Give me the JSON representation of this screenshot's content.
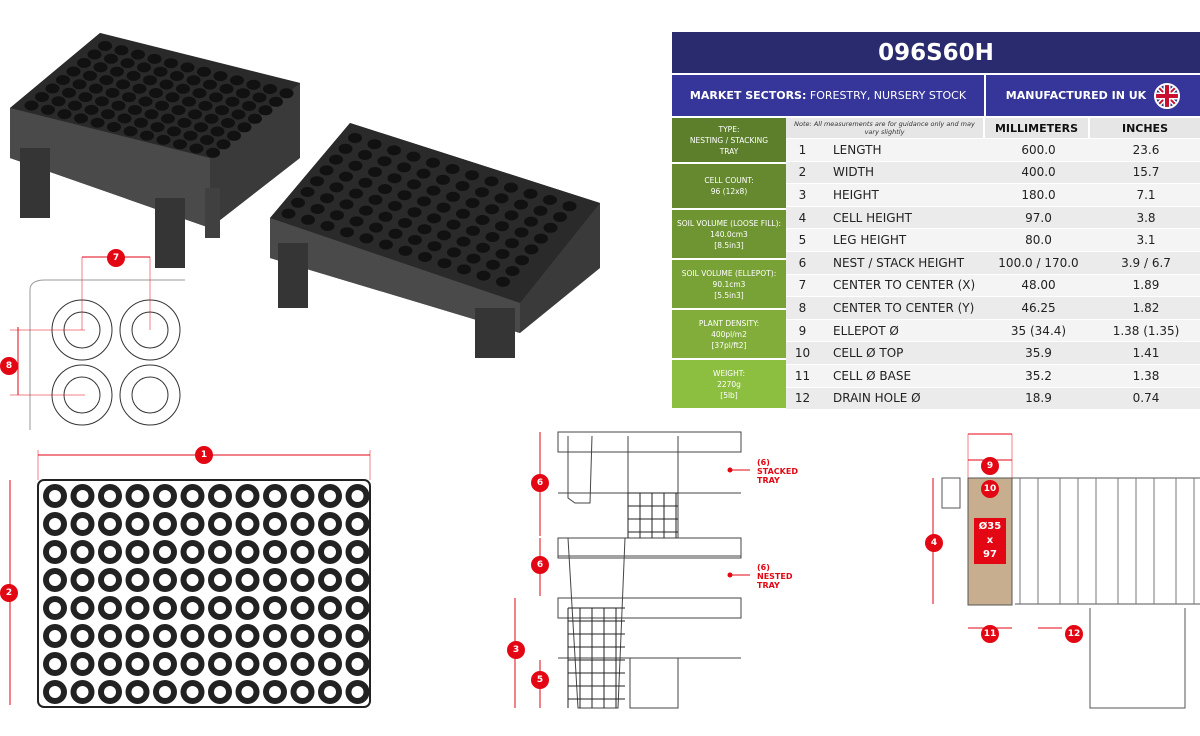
{
  "product_code": "096S60H",
  "market_label": "MARKET SECTORS:",
  "market_value": "FORESTRY, NURSERY STOCK",
  "manufactured": "MANUFACTURED IN UK",
  "note": "Note: All measurements are for guidance only and may vary slightly",
  "col_mm": "MILLIMETERS",
  "col_in": "INCHES",
  "specs": [
    {
      "t": "TYPE:",
      "v": "NESTING / STACKING",
      "v2": "TRAY"
    },
    {
      "t": "CELL COUNT:",
      "v": "96 (12x8)",
      "v2": ""
    },
    {
      "t": "SOIL VOLUME (LOOSE FILL):",
      "v": "140.0cm3",
      "v2": "[8.5in3]"
    },
    {
      "t": "SOIL VOLUME (ELLEPOT):",
      "v": "90.1cm3",
      "v2": "[5.5in3]"
    },
    {
      "t": "PLANT DENSITY:",
      "v": "400pl/m2",
      "v2": "[37pl/ft2]"
    },
    {
      "t": "WEIGHT:",
      "v": "2270g",
      "v2": "[5lb]"
    }
  ],
  "rows": [
    {
      "n": "1",
      "l": "LENGTH",
      "mm": "600.0",
      "in": "23.6"
    },
    {
      "n": "2",
      "l": "WIDTH",
      "mm": "400.0",
      "in": "15.7"
    },
    {
      "n": "3",
      "l": "HEIGHT",
      "mm": "180.0",
      "in": "7.1"
    },
    {
      "n": "4",
      "l": "CELL HEIGHT",
      "mm": "97.0",
      "in": "3.8"
    },
    {
      "n": "5",
      "l": "LEG HEIGHT",
      "mm": "80.0",
      "in": "3.1"
    },
    {
      "n": "6",
      "l": "NEST / STACK HEIGHT",
      "mm": "100.0 / 170.0",
      "in": "3.9 / 6.7"
    },
    {
      "n": "7",
      "l": "CENTER TO CENTER (X)",
      "mm": "48.00",
      "in": "1.89"
    },
    {
      "n": "8",
      "l": "CENTER TO CENTER (Y)",
      "mm": "46.25",
      "in": "1.82"
    },
    {
      "n": "9",
      "l": "ELLEPOT Ø",
      "mm": "35 (34.4)",
      "in": "1.38 (1.35)"
    },
    {
      "n": "10",
      "l": "CELL Ø TOP",
      "mm": "35.9",
      "in": "1.41"
    },
    {
      "n": "11",
      "l": "CELL Ø BASE",
      "mm": "35.2",
      "in": "1.38"
    },
    {
      "n": "12",
      "l": "DRAIN HOLE Ø",
      "mm": "18.9",
      "in": "0.74"
    }
  ],
  "diagram": {
    "stacked": [
      "(6)",
      "STACKED",
      "TRAY"
    ],
    "nested": [
      "(6)",
      "NESTED",
      "TRAY"
    ],
    "ellepot": [
      "Ø35",
      "x",
      "97"
    ],
    "markers": [
      "1",
      "2",
      "3",
      "4",
      "5",
      "6",
      "6",
      "7",
      "8",
      "9",
      "10",
      "11",
      "12"
    ]
  },
  "colors": {
    "navy": "#2a2a6e",
    "blue": "#36359a",
    "red": "#e30613"
  }
}
